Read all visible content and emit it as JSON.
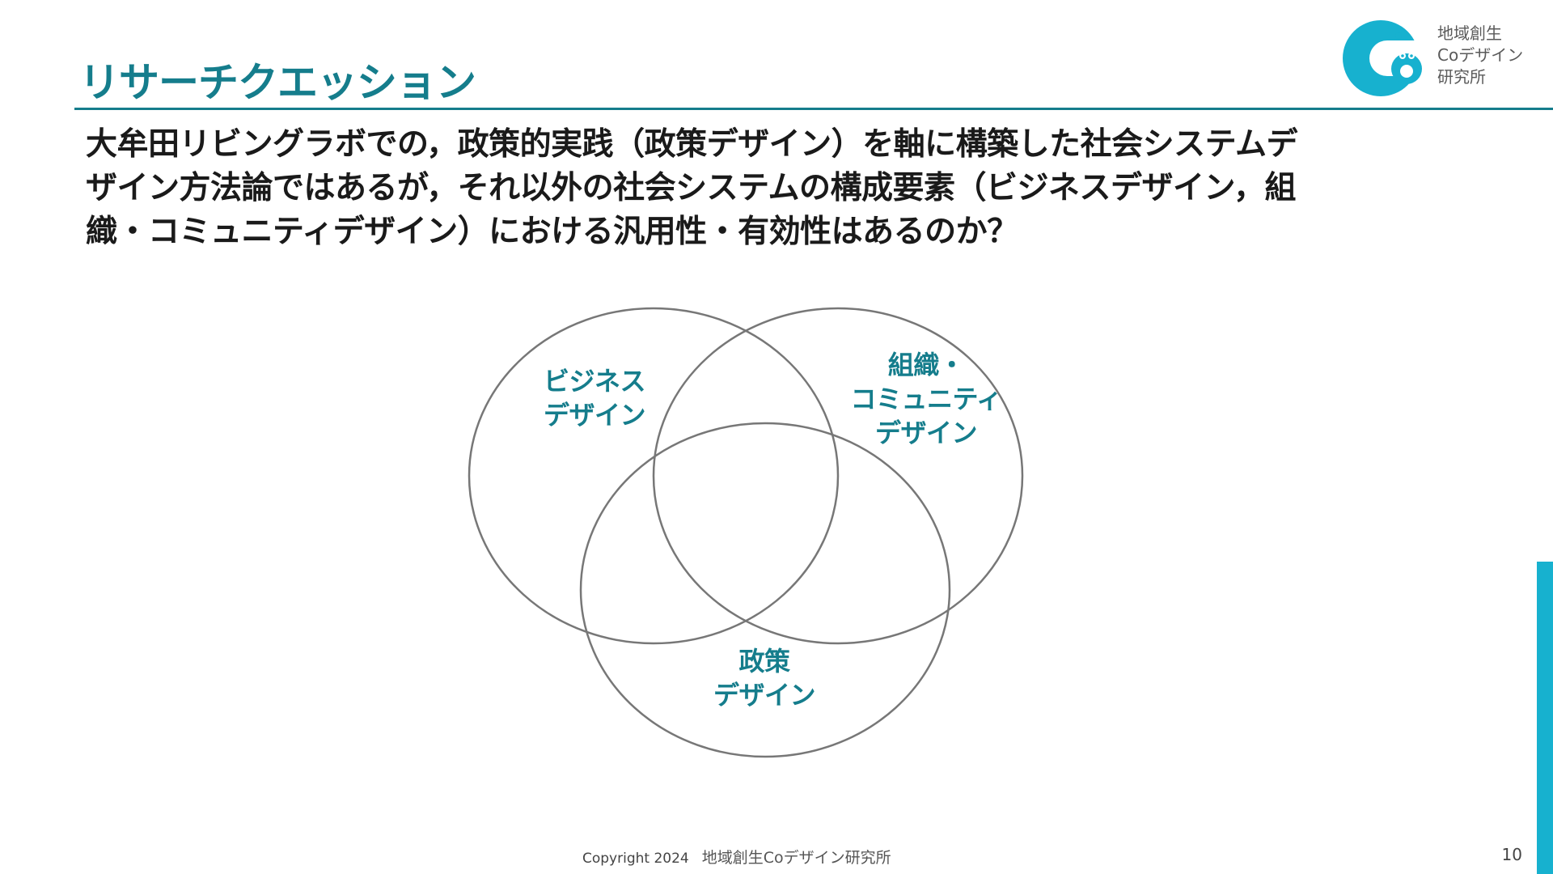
{
  "header": {
    "title": "リサーチクエッション"
  },
  "logo": {
    "lines": [
      "地域創生",
      "Coデザイン",
      "研究所"
    ],
    "mark_color": "#17b1cf",
    "mark_letters": "C8"
  },
  "question": {
    "lines": [
      "大牟田リビングラボでの，政策的実践（政策デザイン）を軸に構築した社会システムデ",
      "ザイン方法論ではあるが，それ以外の社会システムの構成要素（ビジネスデザイン，組",
      "織・コミュニティデザイン）における汎用性・有効性はあるのか？"
    ]
  },
  "venn": {
    "sets": [
      {
        "lines": [
          "ビジネス",
          "デザイン"
        ]
      },
      {
        "lines": [
          "組織・",
          "コミュニティ",
          "デザイン"
        ]
      },
      {
        "lines": [
          "政策",
          "デザイン"
        ]
      }
    ],
    "stroke_color": "#777777",
    "label_color": "#157d8c"
  },
  "footer": {
    "copyright": "Copyright 2024",
    "organization": "地域創生Coデザイン研究所",
    "page_number": "10"
  },
  "colors": {
    "accent": "#157d8c",
    "bar": "#17b1cf"
  }
}
